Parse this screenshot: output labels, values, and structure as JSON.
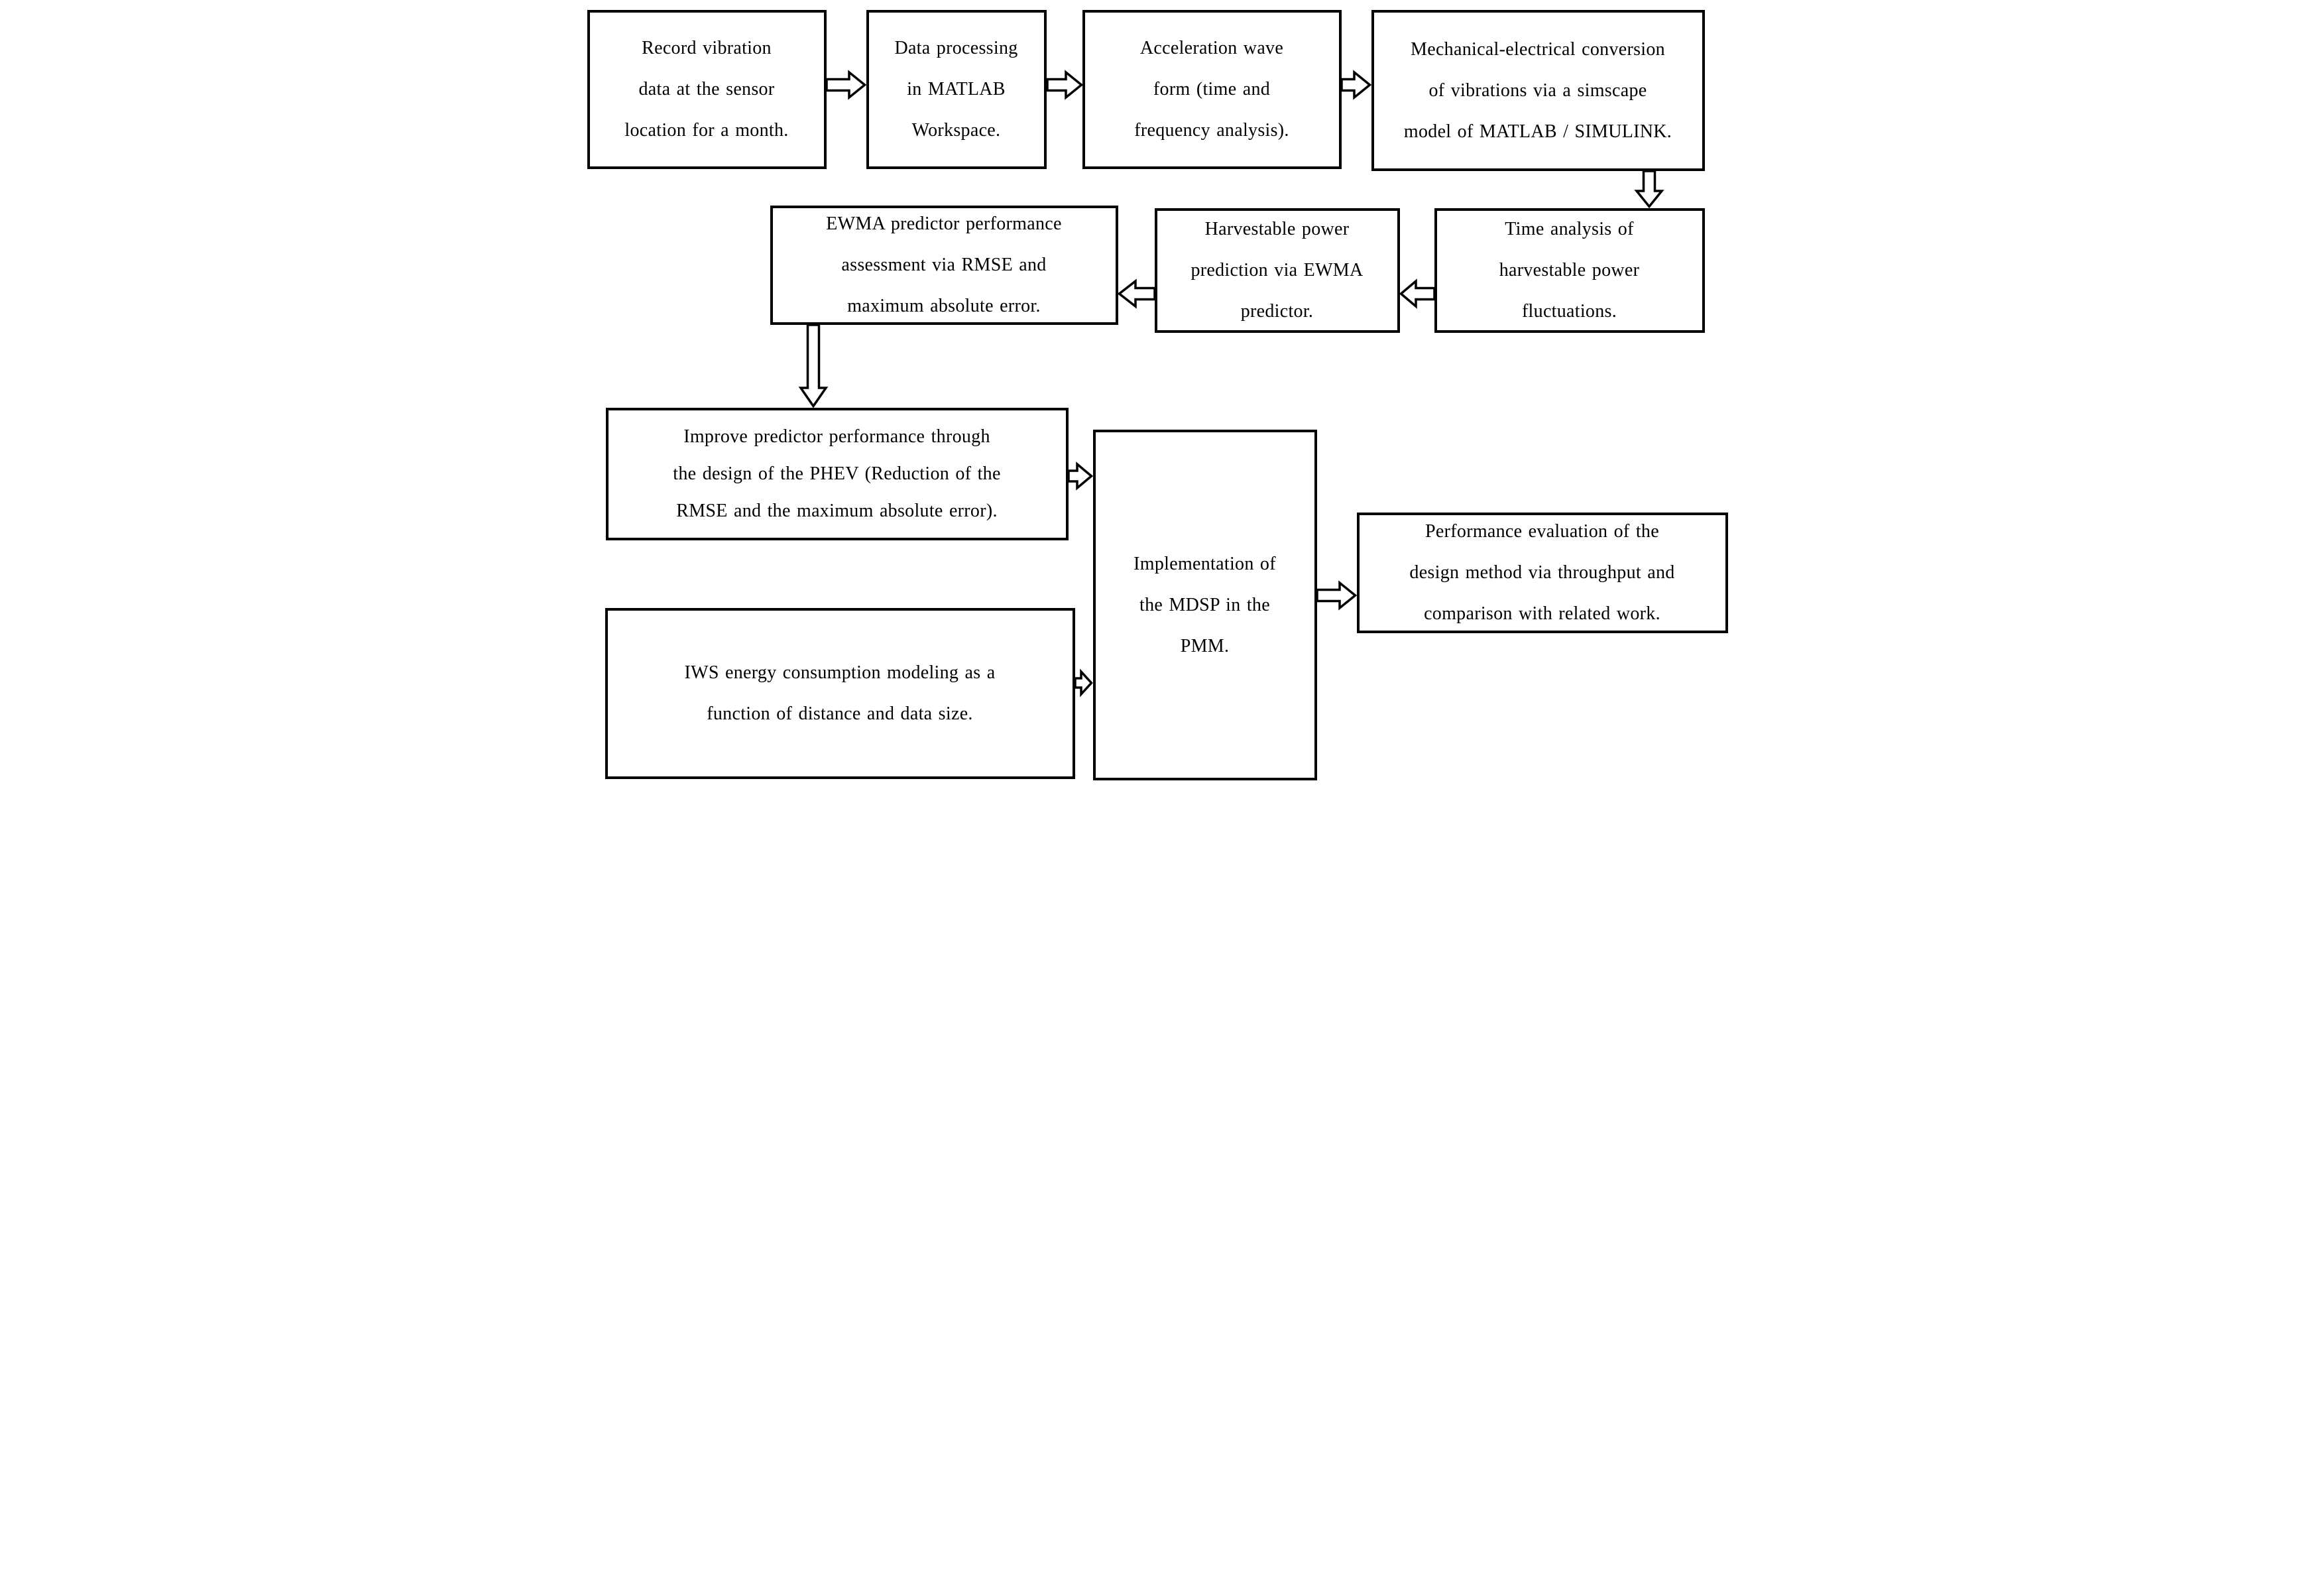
{
  "figure": {
    "type": "flowchart",
    "background_color": "#ffffff",
    "line_color": "#000000",
    "nodes": {
      "record": {
        "label": "Record vibration\ndata at the sensor\nlocation for a month."
      },
      "processing": {
        "label": "Data processing\nin MATLAB\nWorkspace."
      },
      "waveform": {
        "label": "Acceleration wave\nform (time and\nfrequency analysis)."
      },
      "conversion": {
        "label": "Mechanical-electrical conversion\nof vibrations via a simscape\nmodel of MATLAB / SIMULINK."
      },
      "time_analysis": {
        "label": "Time analysis of\nharvestable power\nfluctuations."
      },
      "prediction": {
        "label": "Harvestable power\nprediction via EWMA\npredictor."
      },
      "assessment": {
        "label": "EWMA predictor performance\nassessment via RMSE and\nmaximum absolute error."
      },
      "improve": {
        "label": "Improve predictor performance through\nthe design of the PHEV (Reduction of the\nRMSE and the maximum absolute error)."
      },
      "implementation": {
        "label": "Implementation of\nthe MDSP in the\nPMM."
      },
      "iws": {
        "label": "IWS energy consumption modeling as a\nfunction of distance and data size."
      },
      "evaluation": {
        "label": "Performance evaluation of the\ndesign method via throughput and\ncomparison with related work."
      }
    },
    "flow": [
      {
        "from": "record",
        "to": "processing",
        "direction": "right"
      },
      {
        "from": "processing",
        "to": "waveform",
        "direction": "right"
      },
      {
        "from": "waveform",
        "to": "conversion",
        "direction": "right"
      },
      {
        "from": "conversion",
        "to": "time_analysis",
        "direction": "down"
      },
      {
        "from": "time_analysis",
        "to": "prediction",
        "direction": "left"
      },
      {
        "from": "prediction",
        "to": "assessment",
        "direction": "left"
      },
      {
        "from": "assessment",
        "to": "improve",
        "direction": "down"
      },
      {
        "from": "improve",
        "to": "implementation",
        "direction": "right"
      },
      {
        "from": "iws",
        "to": "implementation",
        "direction": "right"
      },
      {
        "from": "implementation",
        "to": "evaluation",
        "direction": "right"
      }
    ]
  }
}
